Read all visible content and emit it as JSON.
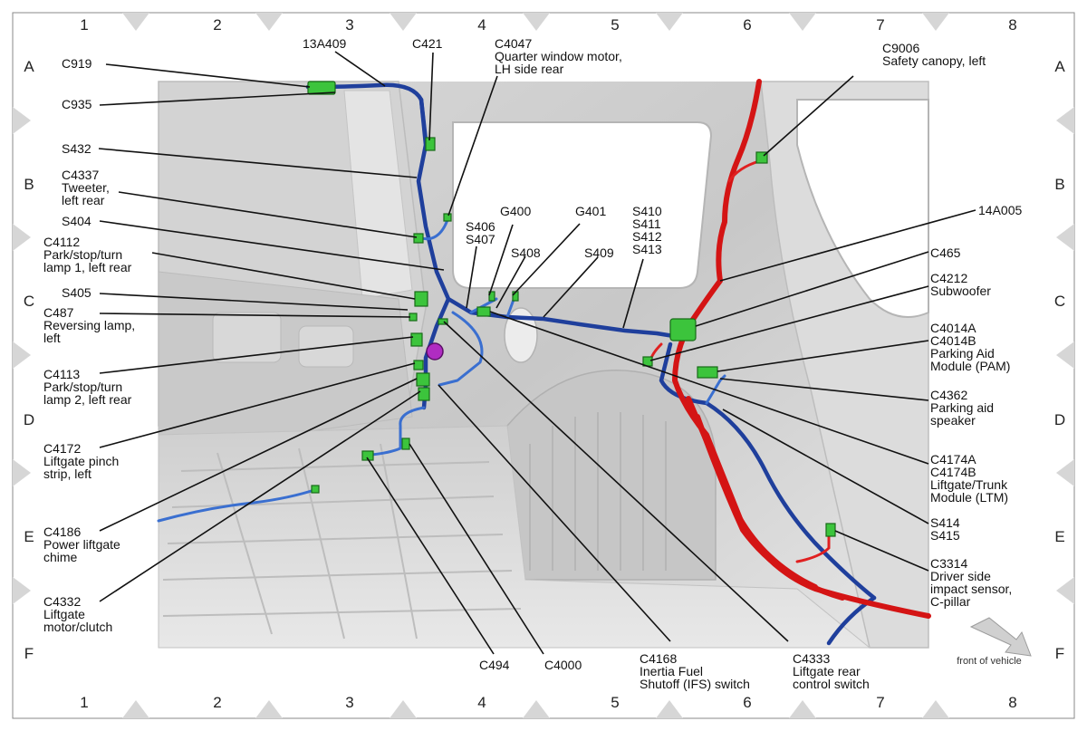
{
  "grid": {
    "columns": [
      "1",
      "2",
      "3",
      "4",
      "5",
      "6",
      "7",
      "8"
    ],
    "rows": [
      "A",
      "B",
      "C",
      "D",
      "E",
      "F"
    ]
  },
  "front_label": "front of vehicle",
  "labels": [
    {
      "id": "c919",
      "lines": [
        "C919"
      ]
    },
    {
      "id": "13a409",
      "lines": [
        "13A409"
      ]
    },
    {
      "id": "c421",
      "lines": [
        "C421"
      ]
    },
    {
      "id": "c4047",
      "lines": [
        "C4047",
        "Quarter window motor,",
        "LH side rear"
      ]
    },
    {
      "id": "c9006",
      "lines": [
        "C9006",
        "Safety canopy, left"
      ]
    },
    {
      "id": "c935",
      "lines": [
        "C935"
      ]
    },
    {
      "id": "s432",
      "lines": [
        "S432"
      ]
    },
    {
      "id": "c4337",
      "lines": [
        "C4337",
        "Tweeter,",
        "left rear"
      ]
    },
    {
      "id": "s404",
      "lines": [
        "S404"
      ]
    },
    {
      "id": "c4112",
      "lines": [
        "C4112",
        "Park/stop/turn",
        "lamp 1, left rear"
      ]
    },
    {
      "id": "s405",
      "lines": [
        "S405"
      ]
    },
    {
      "id": "c487",
      "lines": [
        "C487",
        "Reversing lamp,",
        "left"
      ]
    },
    {
      "id": "c4113",
      "lines": [
        "C4113",
        "Park/stop/turn",
        "lamp 2, left rear"
      ]
    },
    {
      "id": "c4172",
      "lines": [
        "C4172",
        "Liftgate pinch",
        "strip, left"
      ]
    },
    {
      "id": "c4186",
      "lines": [
        "C4186",
        "Power liftgate",
        "chime"
      ]
    },
    {
      "id": "c4332",
      "lines": [
        "C4332",
        "Liftgate",
        "motor/clutch"
      ]
    },
    {
      "id": "c494",
      "lines": [
        "C494"
      ]
    },
    {
      "id": "c4000",
      "lines": [
        "C4000"
      ]
    },
    {
      "id": "c4168",
      "lines": [
        "C4168",
        "Inertia Fuel",
        "Shutoff (IFS) switch"
      ]
    },
    {
      "id": "c4333",
      "lines": [
        "C4333",
        "Liftgate rear",
        "control switch"
      ]
    },
    {
      "id": "s406",
      "lines": [
        "S406",
        "S407"
      ]
    },
    {
      "id": "g400",
      "lines": [
        "G400"
      ]
    },
    {
      "id": "s408",
      "lines": [
        "S408"
      ]
    },
    {
      "id": "g401",
      "lines": [
        "G401"
      ]
    },
    {
      "id": "s409",
      "lines": [
        "S409"
      ]
    },
    {
      "id": "s410",
      "lines": [
        "S410",
        "S411",
        "S412",
        "S413"
      ]
    },
    {
      "id": "14a005",
      "lines": [
        "14A005"
      ]
    },
    {
      "id": "c465",
      "lines": [
        "C465"
      ]
    },
    {
      "id": "c4212",
      "lines": [
        "C4212",
        "Subwoofer"
      ]
    },
    {
      "id": "c4014",
      "lines": [
        "C4014A",
        "C4014B",
        "Parking Aid",
        "Module (PAM)"
      ]
    },
    {
      "id": "c4362",
      "lines": [
        "C4362",
        "Parking aid",
        "speaker"
      ]
    },
    {
      "id": "c4174",
      "lines": [
        "C4174A",
        "C4174B",
        "Liftgate/Trunk",
        "Module (LTM)"
      ]
    },
    {
      "id": "s414",
      "lines": [
        "S414",
        "S415"
      ]
    },
    {
      "id": "c3314",
      "lines": [
        "C3314",
        "Driver side",
        "impact sensor,",
        "C-pillar"
      ]
    }
  ]
}
